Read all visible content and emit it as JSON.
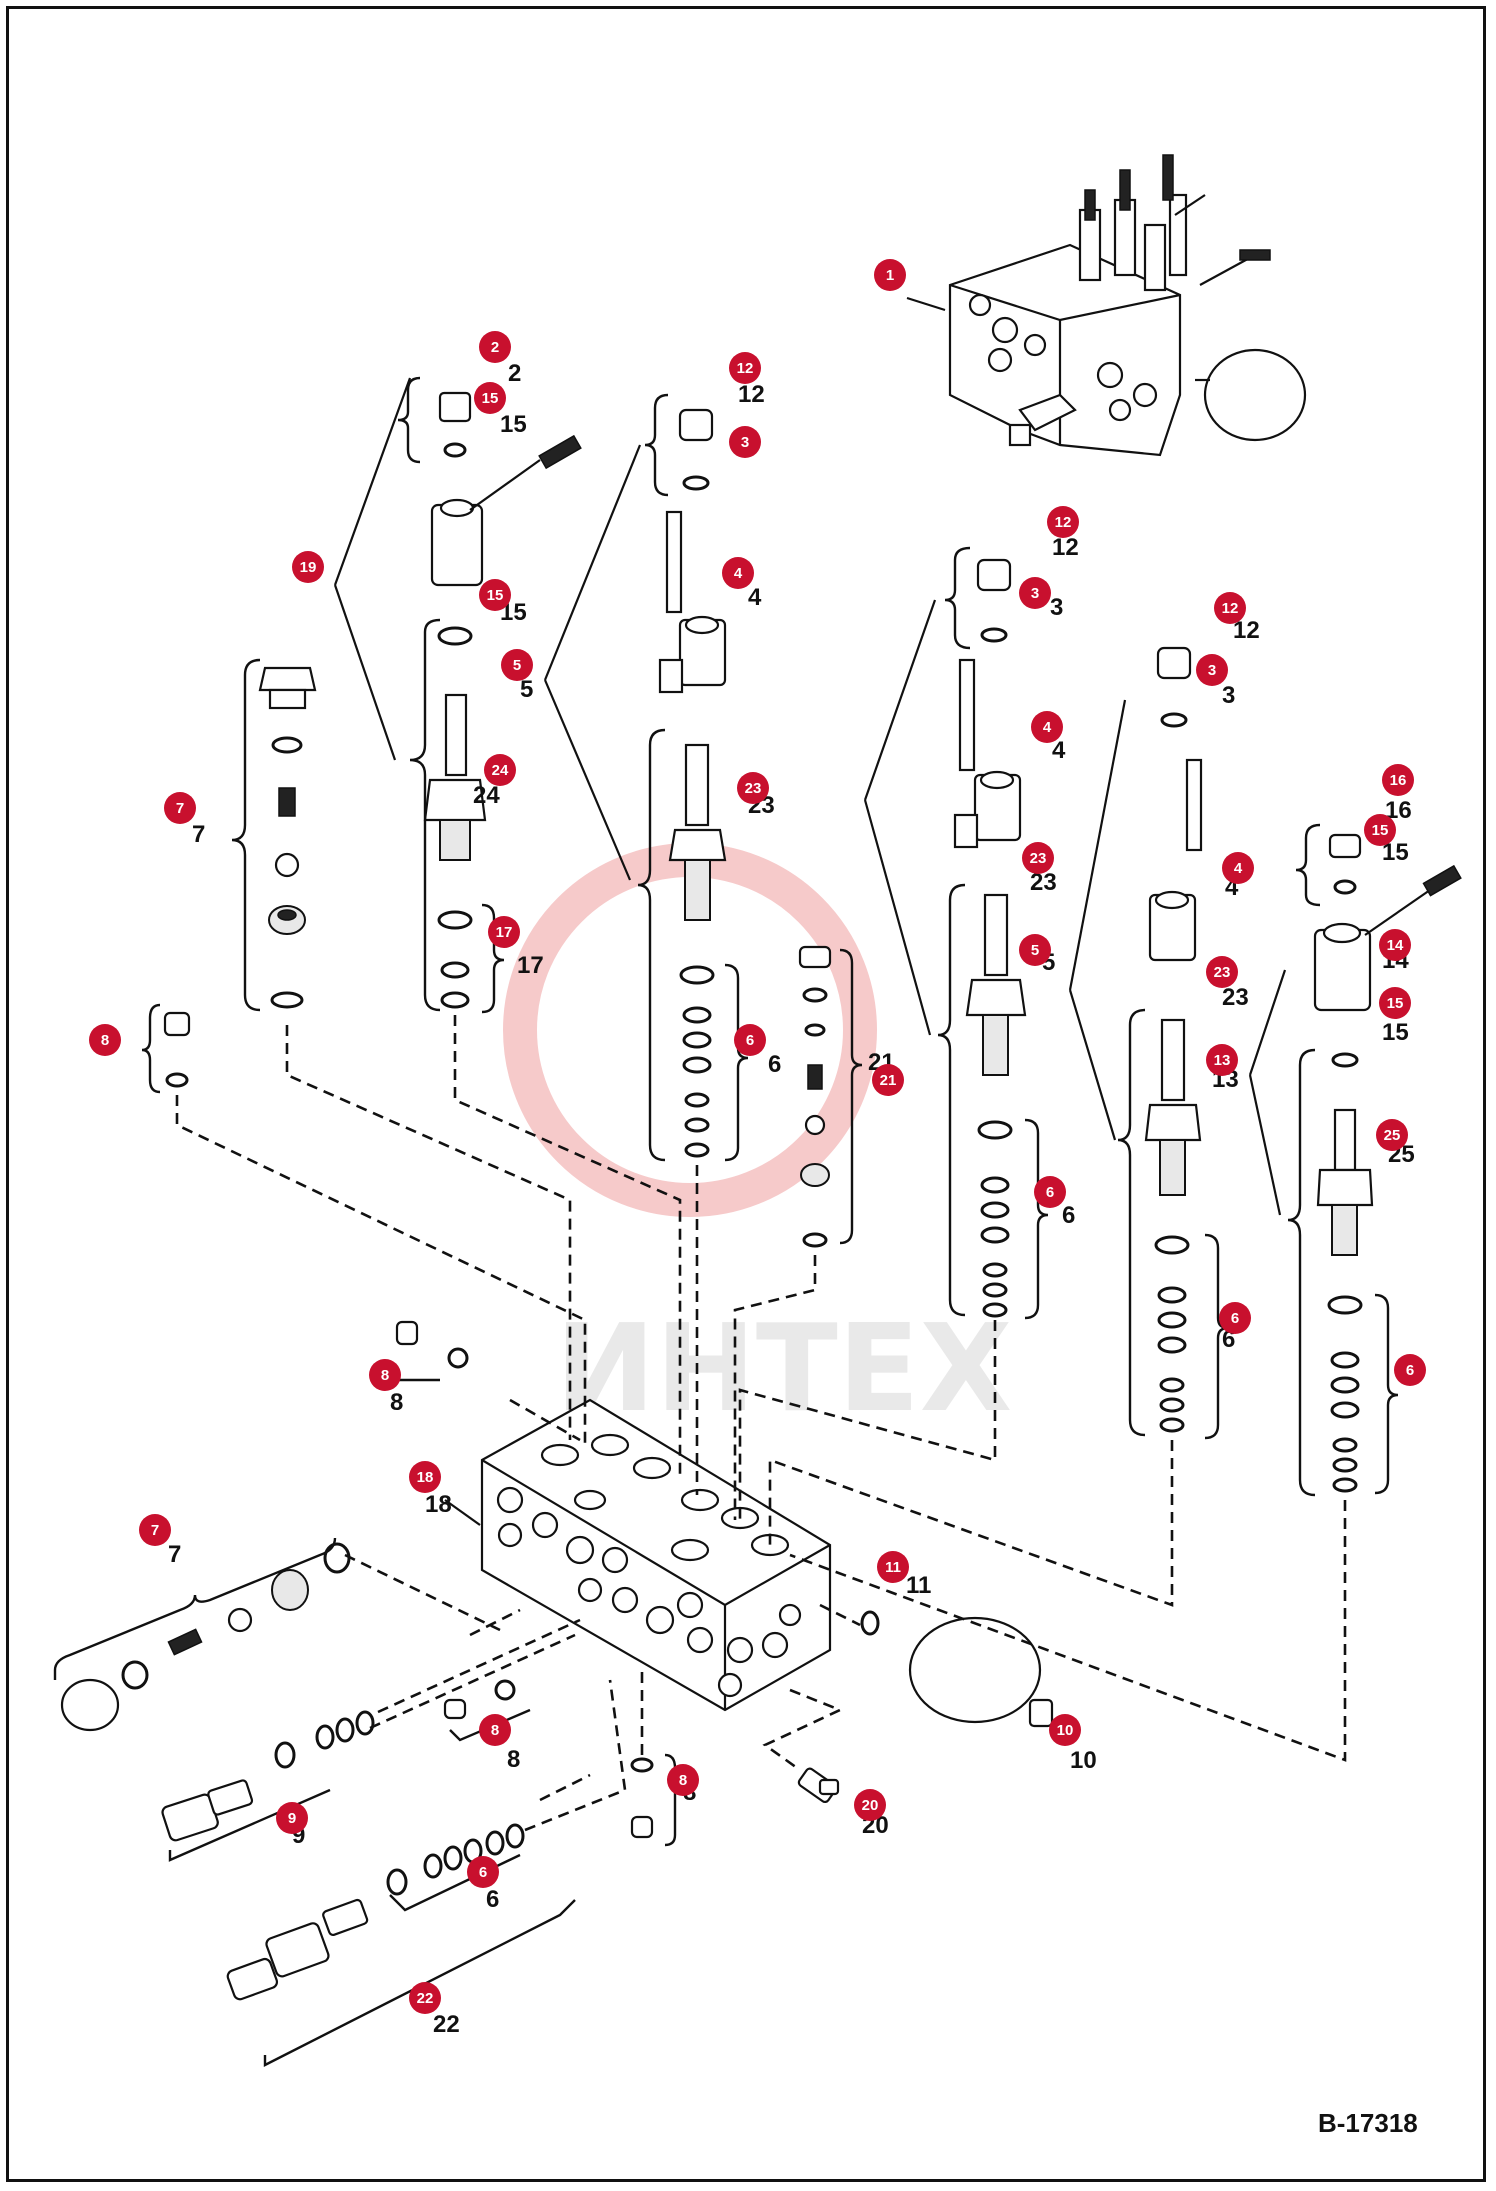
{
  "drawing": {
    "reference": "B-17318",
    "watermark": "ИНТЕХ"
  },
  "colors": {
    "callout": "#c8102e",
    "line": "#111111",
    "watermark": "#f6caca"
  },
  "callouts": [
    "1",
    "2",
    "15",
    "12",
    "3",
    "19",
    "4",
    "15",
    "5",
    "12",
    "3",
    "24",
    "23",
    "3",
    "7",
    "4",
    "12",
    "3",
    "23",
    "5",
    "16",
    "15",
    "17",
    "4",
    "21",
    "6",
    "14",
    "23",
    "15",
    "8",
    "13",
    "25",
    "6",
    "6",
    "6",
    "8",
    "18",
    "11",
    "7",
    "10",
    "8",
    "8",
    "9",
    "20",
    "6",
    "22"
  ],
  "plain_labels": [
    "2",
    "15",
    "12",
    "15",
    "4",
    "5",
    "24",
    "12",
    "3",
    "7",
    "23",
    "12",
    "4",
    "16",
    "3",
    "5",
    "23",
    "4",
    "15",
    "17",
    "23",
    "14",
    "21",
    "6",
    "15",
    "13",
    "25",
    "6",
    "6",
    "8",
    "18",
    "7",
    "11",
    "8",
    "10",
    "20",
    "6",
    "22",
    "9",
    "8"
  ]
}
